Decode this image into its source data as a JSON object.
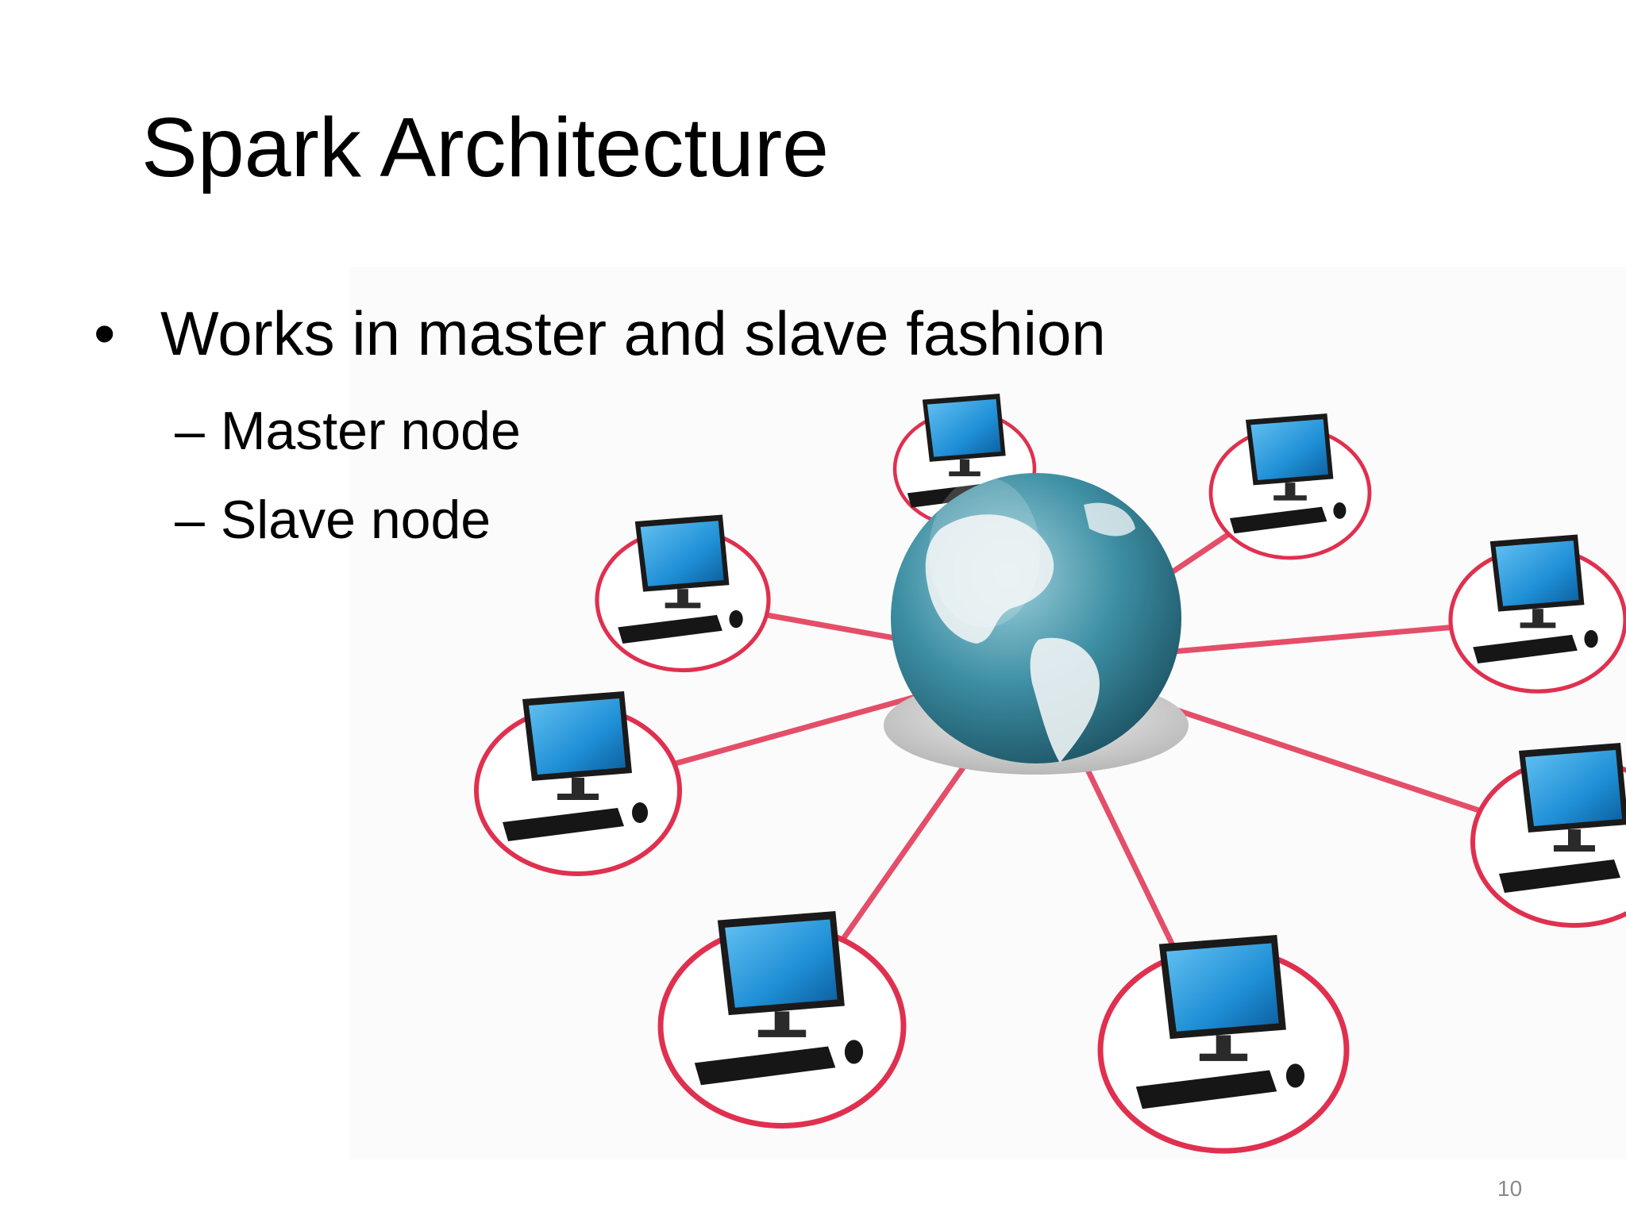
{
  "slide": {
    "title": "Spark Architecture",
    "bullets": [
      {
        "text": "Works in master and slave fashion",
        "marker": "•",
        "children": [
          {
            "marker": "–",
            "text": "Master node"
          },
          {
            "marker": "–",
            "text": "Slave node"
          }
        ]
      }
    ],
    "page_number": "10"
  },
  "illustration": {
    "subject": "network-of-computers-around-globe",
    "node_count": 8,
    "colors": {
      "link": "#e0304f",
      "screen": "#1f8fd6",
      "globe": "#3d8ea3",
      "land": "#eef3f4"
    }
  }
}
